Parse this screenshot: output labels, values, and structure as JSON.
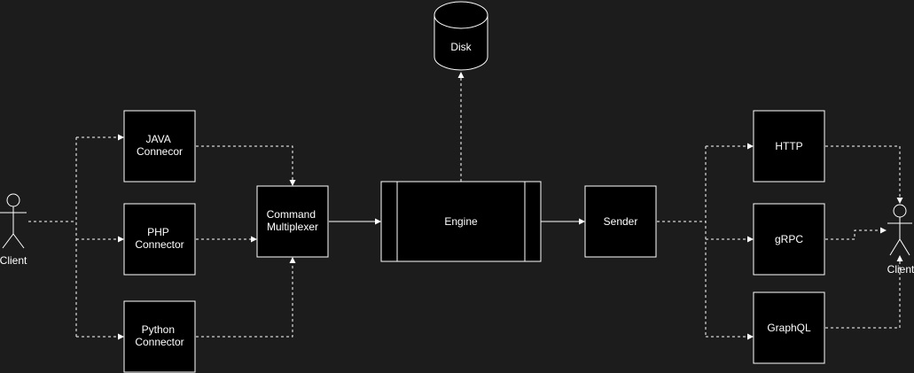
{
  "diagram": {
    "background": "#1c1c1c",
    "node_fill": "#000000",
    "stroke_color": "#ffffff",
    "text_color": "#ffffff",
    "client_left_label": "Client",
    "client_right_label": "Client",
    "disk_label": "Disk",
    "java_label_1": "JAVA",
    "java_label_2": "Connecor",
    "php_label_1": "PHP",
    "php_label_2": "Connector",
    "python_label_1": "Python",
    "python_label_2": "Connector",
    "mux_label_1": "Command",
    "mux_label_2": "Multiplexer",
    "engine_label": "Engine",
    "sender_label": "Sender",
    "http_label": "HTTP",
    "grpc_label": "gRPC",
    "graphql_label": "GraphQL"
  }
}
